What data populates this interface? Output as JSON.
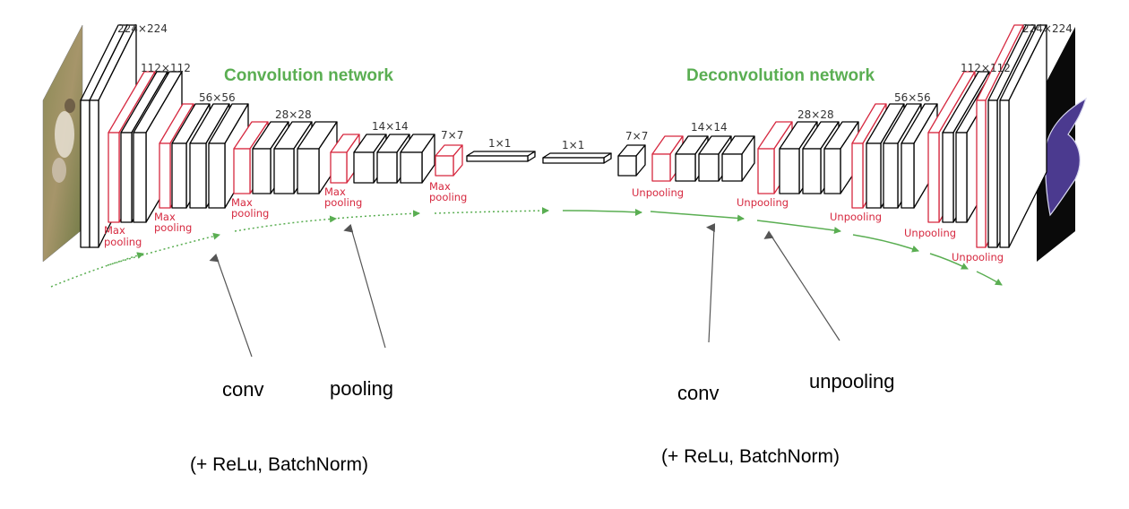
{
  "titles": {
    "encoder": "Convolution network",
    "decoder": "Deconvolution network"
  },
  "dimensions": {
    "d224_left": "224×224",
    "d112_left": "112×112",
    "d56_left": "56×56",
    "d28_left": "28×28",
    "d14_left": "14×14",
    "d7_left": "7×7",
    "d1_left": "1×1",
    "d1_right": "1×1",
    "d7_right": "7×7",
    "d14_right": "14×14",
    "d28_right": "28×28",
    "d56_right": "56×56",
    "d112_right": "112×112",
    "d224_right": "224×224"
  },
  "pool_labels": {
    "max": "Max",
    "pooling": "pooling",
    "unpooling": "Unpooling"
  },
  "annotations": {
    "conv_left": "conv",
    "pooling": "pooling",
    "conv_right": "conv",
    "unpooling": "unpooling",
    "relu_left": "(+ ReLu, BatchNorm)",
    "relu_right": "(+ ReLu, BatchNorm)"
  },
  "colors": {
    "green": "#5aae52",
    "red": "#d6283f",
    "arrow": "#555555"
  },
  "images": {
    "input": "dog-photo",
    "output": "segmentation-mask"
  }
}
